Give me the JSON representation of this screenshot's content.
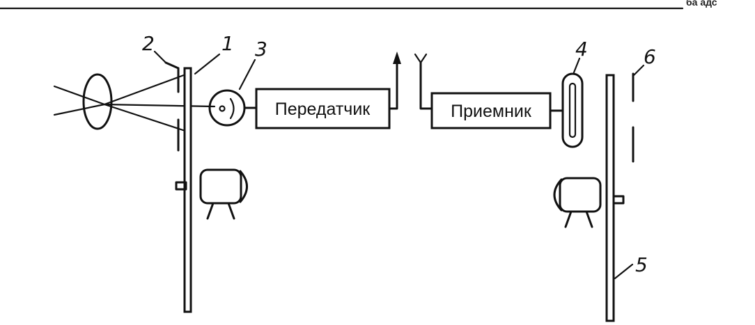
{
  "blocks": {
    "transmitter": "Передатчик",
    "receiver": "Приемник"
  },
  "labels": {
    "n1": "1",
    "n2": "2",
    "n3": "3",
    "n4": "4",
    "n5": "5",
    "n6": "6"
  },
  "corner_fragment": "ба адс"
}
